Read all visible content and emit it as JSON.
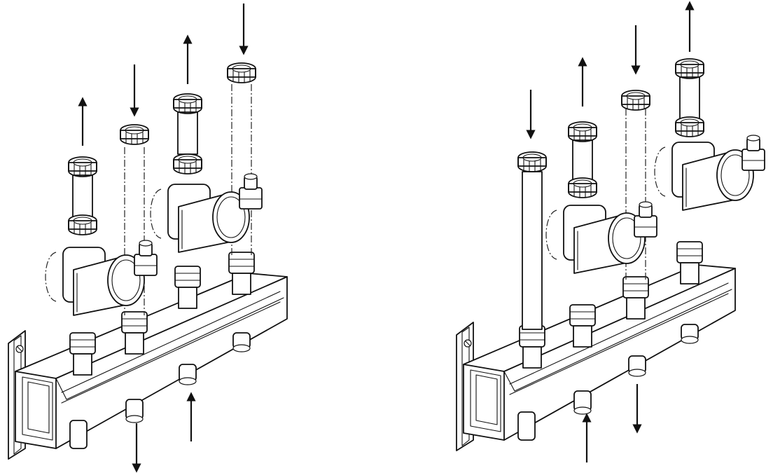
{
  "figure": {
    "type": "technical-line-drawing",
    "panels": [
      {
        "id": "left",
        "pumps": 2,
        "upper_connections": [
          "out",
          "in",
          "out",
          "in"
        ],
        "lower_connections": [
          "out",
          "in"
        ]
      },
      {
        "id": "right",
        "pumps": 2,
        "upper_connections": [
          "in",
          "out",
          "in",
          "out"
        ],
        "lower_connections": [
          "in",
          "out"
        ]
      }
    ],
    "line_color": "#111111",
    "background": "#ffffff"
  }
}
